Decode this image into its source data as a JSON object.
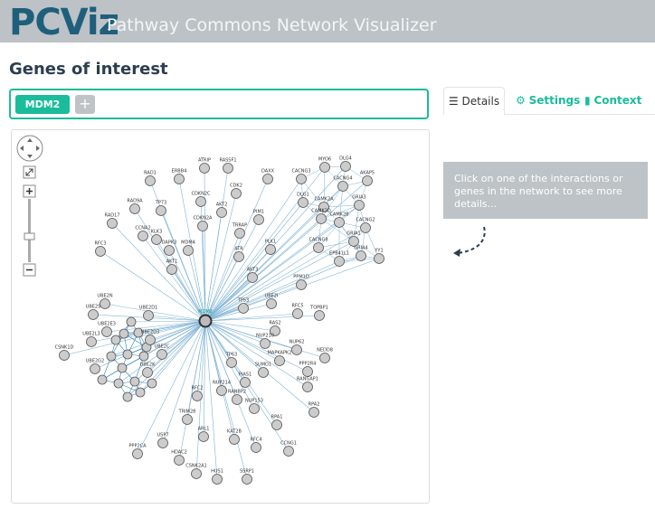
{
  "header": {
    "brand": "PCViz",
    "tagline": "Pathway Commons Network Visualizer"
  },
  "genes": {
    "title": "Genes of interest",
    "tags": [
      "MDM2"
    ],
    "add_label": "+"
  },
  "tabs": [
    {
      "label": "Details",
      "icon": "list-icon",
      "active": true
    },
    {
      "label": "Settings",
      "icon": "gear-icon",
      "active": false
    },
    {
      "label": "Context",
      "icon": "comment-icon",
      "active": false
    }
  ],
  "details": {
    "message": "Click on one of the interactions or genes in the network to see more details..."
  },
  "graph": {
    "center": "MDM2",
    "nodes": [
      "ATRIP",
      "RASSF1",
      "DAXX",
      "RAD1",
      "ERBB4",
      "CDK2",
      "CDKN2C",
      "AKT2",
      "RAD9A",
      "TP73",
      "CDKN2A",
      "PIM1",
      "RAD17",
      "CCNA2",
      "KLK3",
      "TRRAP",
      "DAPK3",
      "MDM4",
      "ATR",
      "PLK1",
      "RFC3",
      "AKT1",
      "AKT3",
      "PPM1D",
      "TP53",
      "UBE2I",
      "RFC5",
      "TOPBP1",
      "RAS2",
      "NUP210",
      "NUP62",
      "NEDD8",
      "MAPKAPK2",
      "PPP2R4",
      "SUMO1",
      "PIAS1",
      "TP63",
      "RANGAP1",
      "NUP214",
      "RANBP2",
      "NUP153",
      "RPA2",
      "RFC2",
      "TRIM28",
      "RPA1",
      "ARL1",
      "KAT2B",
      "RFC4",
      "CCNG1",
      "USP7",
      "HDAC2",
      "PPP2CA",
      "CSNK2A1",
      "HUS1",
      "SSRP1",
      "CSNK1D",
      "UBE2N",
      "UBE2S",
      "UBE2D1",
      "UBE2E3",
      "UBE2D3",
      "UBE2L3",
      "UBE2C",
      "UBE2G2",
      "UBE2K",
      "MYO6",
      "DLG4",
      "CACNG3",
      "CACNG4",
      "AKAP5",
      "DLG1",
      "CAMK2A",
      "GRIA3",
      "CAMK2D",
      "CAMK2B",
      "CACNG2",
      "GRIA1",
      "CACNG8",
      "GRIA4",
      "EPB41L1",
      "YY1"
    ]
  }
}
